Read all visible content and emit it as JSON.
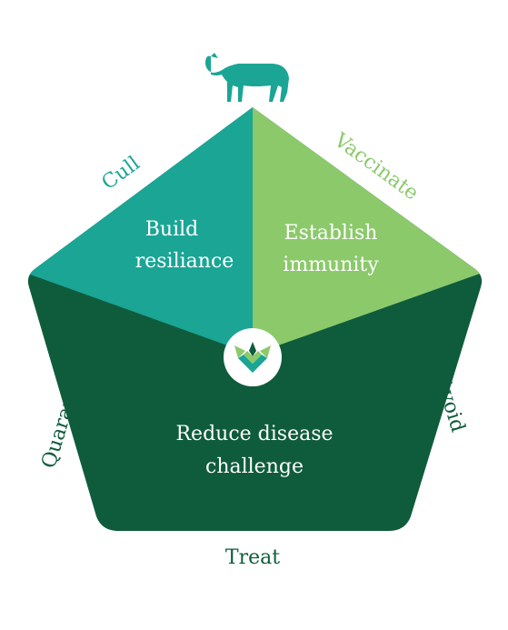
{
  "diagram": {
    "segments": {
      "top_left": [
        "Build",
        "resiliance"
      ],
      "top_right": [
        "Establish",
        "immunity"
      ],
      "bottom": [
        "Reduce disease",
        "challenge"
      ]
    },
    "edge_labels": {
      "upper_left": "Cull",
      "upper_right": "Vaccinate",
      "left": "Quarantine",
      "right": "Avoid",
      "bottom": "Treat"
    },
    "icons": {
      "top": "sheep-icon",
      "center": "leaf-logo-icon"
    }
  },
  "colors": {
    "teal": "#1aa595",
    "light_green": "#8bc96b",
    "dark_green": "#0f5c3c",
    "label_teal": "#1aa595",
    "label_light_green": "#8bc96b",
    "label_dark_green": "#0f5c3c",
    "sheep": "#1aa595",
    "white": "#ffffff"
  }
}
